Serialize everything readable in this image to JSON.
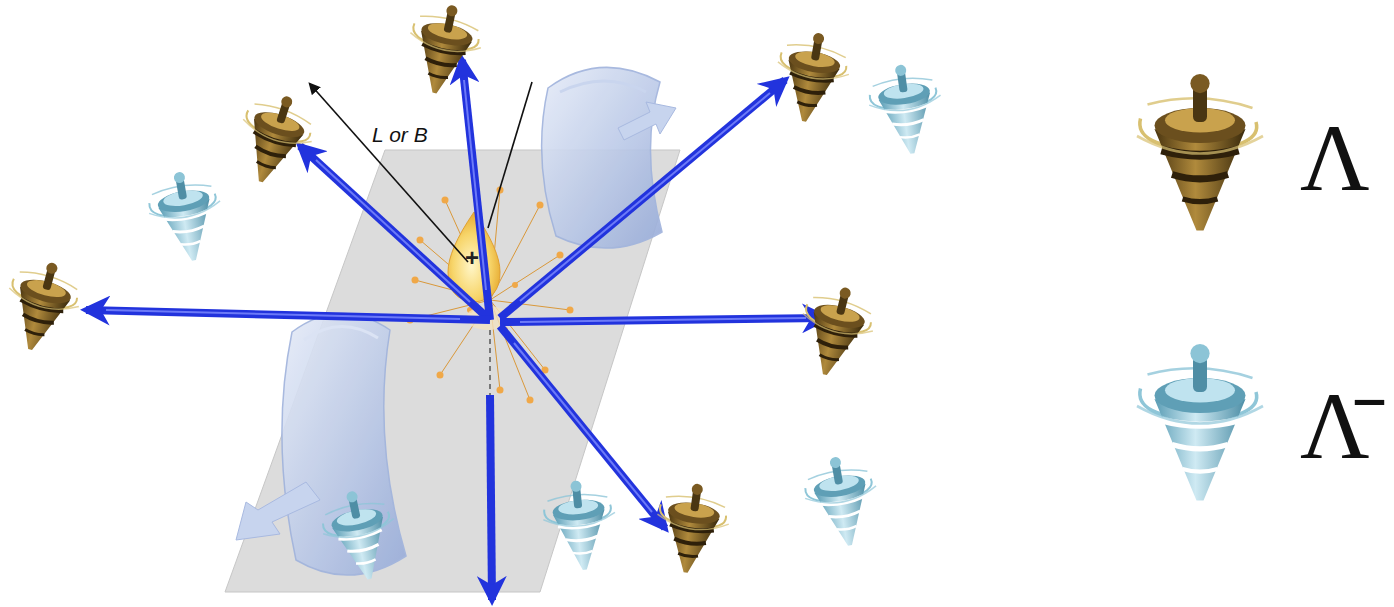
{
  "diagram": {
    "labels": [
      "L or B",
      "+"
    ],
    "legend": [
      {
        "text": "Λ"
      },
      {
        "text": "Λ̄"
      }
    ]
  }
}
